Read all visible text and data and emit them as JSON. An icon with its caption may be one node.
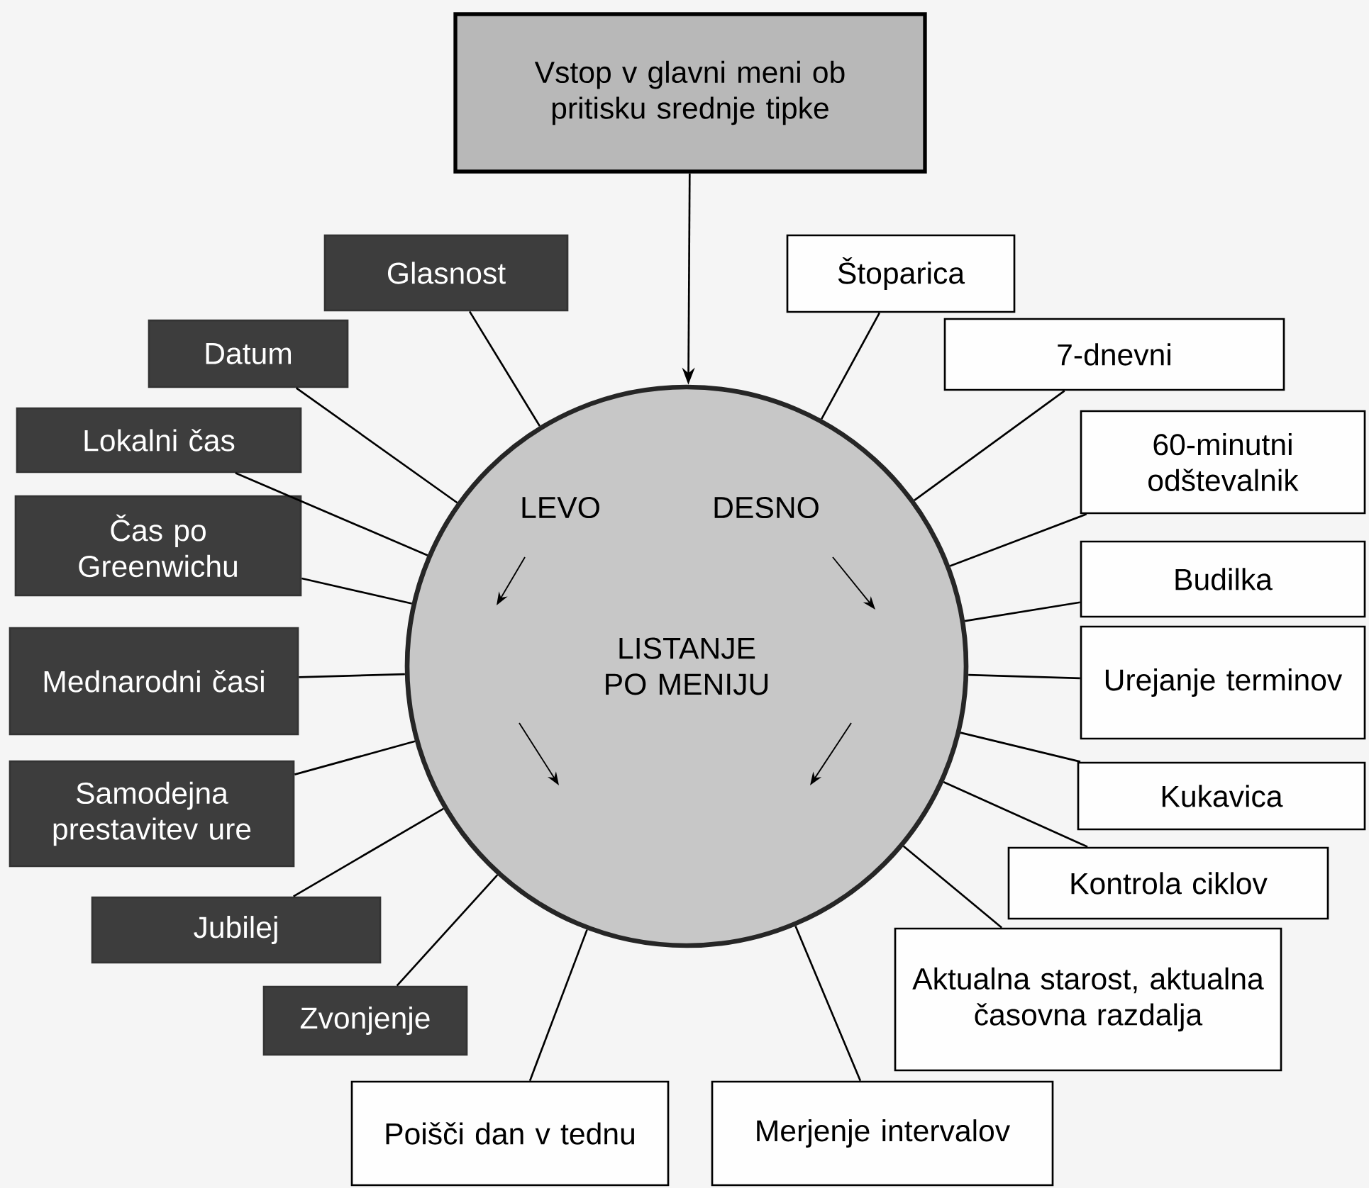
{
  "diagram": {
    "nodes": [
      {
        "text": [
          "Vstop v glavni meni ob pritisku srednje tipke"
        ]
      },
      {
        "text": [
          "LEVO",
          "DESNO",
          "LISTANJE PO MENIJU"
        ]
      },
      {
        "text": [
          "Glasnost"
        ]
      },
      {
        "text": [
          "Datum"
        ]
      },
      {
        "text": [
          "Lokalni čas"
        ]
      },
      {
        "text": [
          "Čas po Greenwichu"
        ]
      },
      {
        "text": [
          "Mednarodni časi"
        ]
      },
      {
        "text": [
          "Samodejna prestavitev ure"
        ]
      },
      {
        "text": [
          "Jubilej"
        ]
      },
      {
        "text": [
          "Zvonjenje"
        ]
      },
      {
        "text": [
          "Štoparica"
        ]
      },
      {
        "text": [
          "7-dnevni"
        ]
      },
      {
        "text": [
          "60-minutni odštevalnik"
        ]
      },
      {
        "text": [
          "Budilka"
        ]
      },
      {
        "text": [
          "Urejanje terminov"
        ]
      },
      {
        "text": [
          "Kukavica"
        ]
      },
      {
        "text": [
          "Kontrola ciklov"
        ]
      },
      {
        "text": [
          "Aktualna starost, aktualna časovna razdalja"
        ]
      },
      {
        "text": [
          "Merjenje intervalov"
        ]
      },
      {
        "text": [
          "Poišči dan v tednu"
        ]
      }
    ],
    "edges": [
      {
        "from": 0,
        "to": 1,
        "arrow": "to"
      },
      {
        "from": 1,
        "to": 2,
        "arrow": "none"
      },
      {
        "from": 1,
        "to": 3,
        "arrow": "none"
      },
      {
        "from": 1,
        "to": 4,
        "arrow": "none"
      },
      {
        "from": 1,
        "to": 5,
        "arrow": "none"
      },
      {
        "from": 1,
        "to": 6,
        "arrow": "none"
      },
      {
        "from": 1,
        "to": 7,
        "arrow": "none"
      },
      {
        "from": 1,
        "to": 8,
        "arrow": "none"
      },
      {
        "from": 1,
        "to": 9,
        "arrow": "none"
      },
      {
        "from": 1,
        "to": 10,
        "arrow": "none"
      },
      {
        "from": 1,
        "to": 11,
        "arrow": "none"
      },
      {
        "from": 1,
        "to": 12,
        "arrow": "none"
      },
      {
        "from": 1,
        "to": 13,
        "arrow": "none"
      },
      {
        "from": 1,
        "to": 14,
        "arrow": "none"
      },
      {
        "from": 1,
        "to": 15,
        "arrow": "none"
      },
      {
        "from": 1,
        "to": 16,
        "arrow": "none"
      },
      {
        "from": 1,
        "to": 17,
        "arrow": "none"
      },
      {
        "from": 1,
        "to": 18,
        "arrow": "none"
      },
      {
        "from": 1,
        "to": 19,
        "arrow": "none"
      }
    ]
  }
}
